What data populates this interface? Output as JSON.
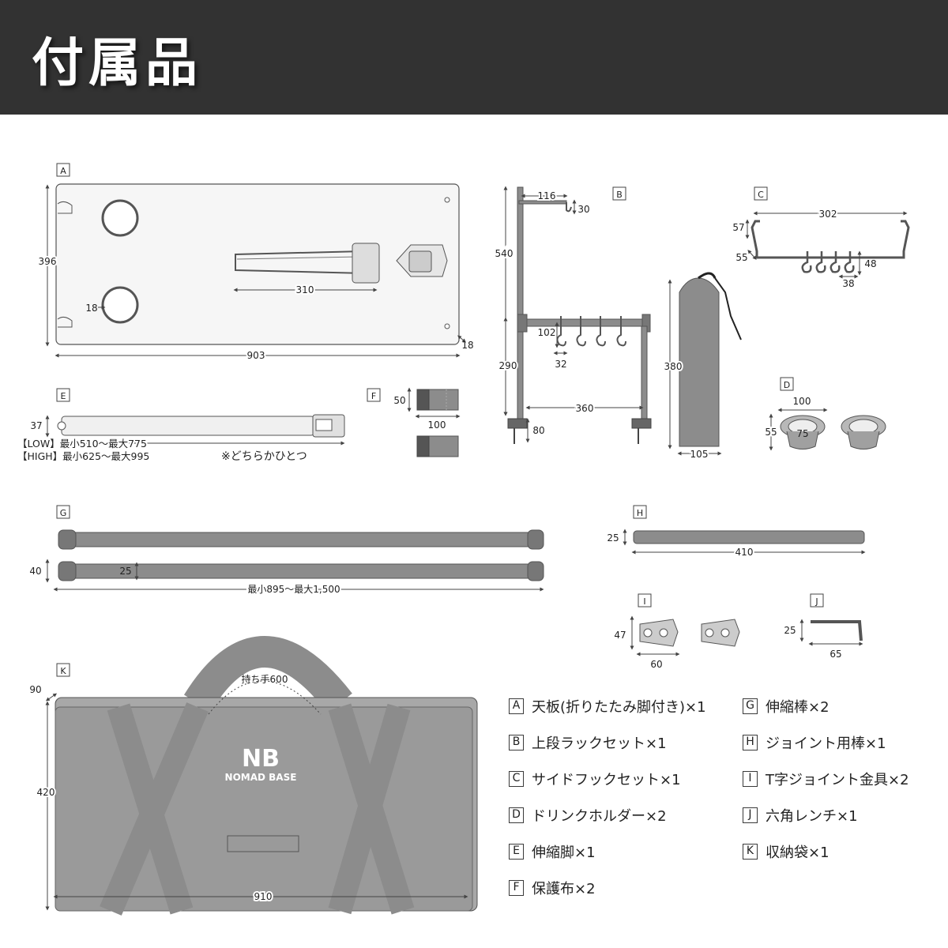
{
  "header": {
    "title": "付属品"
  },
  "parts": {
    "A": {
      "letter": "A",
      "dims": [
        "396",
        "310",
        "18",
        "903",
        "18"
      ]
    },
    "B": {
      "letter": "B",
      "dims": [
        "116",
        "30",
        "540",
        "102",
        "32",
        "290",
        "360",
        "80"
      ]
    },
    "bag": {
      "dims": [
        "380",
        "105"
      ]
    },
    "C": {
      "letter": "C",
      "dims": [
        "302",
        "57",
        "55",
        "48",
        "38"
      ]
    },
    "D": {
      "letter": "D",
      "dims": [
        "100",
        "55",
        "75"
      ]
    },
    "E": {
      "letter": "E",
      "dims": [
        "37"
      ],
      "low": "【LOW】最小510〜最大775",
      "high": "【HIGH】最小625〜最大995",
      "note": "※どちらかひとつ"
    },
    "F": {
      "letter": "F",
      "dims": [
        "50",
        "100"
      ]
    },
    "G": {
      "letter": "G",
      "dims": [
        "40",
        "25",
        "最小895〜最大1,500"
      ]
    },
    "H": {
      "letter": "H",
      "dims": [
        "25",
        "410"
      ]
    },
    "I": {
      "letter": "I",
      "dims": [
        "47",
        "60"
      ]
    },
    "J": {
      "letter": "J",
      "dims": [
        "25",
        "65"
      ]
    },
    "K": {
      "letter": "K",
      "dims": [
        "持ち手600",
        "90",
        "420",
        "910"
      ],
      "brand_mark": "NB",
      "brand_name": "NOMAD BASE"
    }
  },
  "legend": [
    {
      "letter": "A",
      "text": "天板(折りたたみ脚付き)×1"
    },
    {
      "letter": "B",
      "text": "上段ラックセット×1"
    },
    {
      "letter": "C",
      "text": "サイドフックセット×1"
    },
    {
      "letter": "D",
      "text": "ドリンクホルダー×2"
    },
    {
      "letter": "E",
      "text": "伸縮脚×1"
    },
    {
      "letter": "F",
      "text": "保護布×2"
    },
    {
      "letter": "G",
      "text": "伸縮棒×2"
    },
    {
      "letter": "H",
      "text": "ジョイント用棒×1"
    },
    {
      "letter": "I",
      "text": "T字ジョイント金具×2"
    },
    {
      "letter": "J",
      "text": "六角レンチ×1"
    },
    {
      "letter": "K",
      "text": "収納袋×1"
    }
  ],
  "colors": {
    "header_bg": "#323232",
    "part_gray": "#8c8c8c",
    "line": "#444444"
  }
}
